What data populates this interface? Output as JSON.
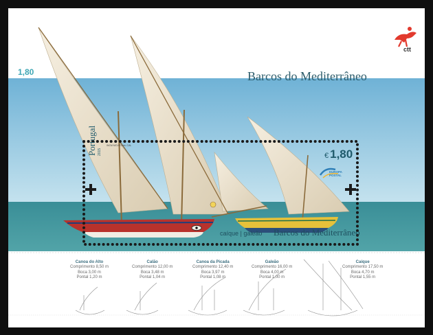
{
  "sheet": {
    "price_top": "1,80",
    "title_top": "Barcos do Mediterrâneo",
    "logo_text": "ctt"
  },
  "stamp": {
    "country": "Portugal",
    "year": "2015",
    "fine_print": "INCM  MCVG  Des. CAL",
    "price_currency": "€",
    "price_value": "1,80",
    "europa_logo_line1": "EUROPA",
    "europa_logo_line2": "POSTAL",
    "caption": "caíque | galeão",
    "title": "Barcos do Mediterrâneo"
  },
  "boats": [
    {
      "name": "Canoa do Alto",
      "comprimento": "Comprimento 8,50 m",
      "boca": "Boca 3,00 m",
      "pontal": "Pontal 1,20 m"
    },
    {
      "name": "Calão",
      "comprimento": "Comprimento 12,00 m",
      "boca": "Boca 3,48 m",
      "pontal": "Pontal 1,04 m"
    },
    {
      "name": "Canoa da Picada",
      "comprimento": "Comprimento 12,40 m",
      "boca": "Boca 3,97 m",
      "pontal": "Pontal 1,08 m"
    },
    {
      "name": "Galeão",
      "comprimento": "Comprimento 16,00 m",
      "boca": "Boca 4,00 m",
      "pontal": "Pontal 1,00 m"
    },
    {
      "name": "Caíque",
      "comprimento": "Comprimento 17,50 m",
      "boca": "Boca 4,70 m",
      "pontal": "Pontal 1,55 m"
    }
  ],
  "colors": {
    "sky_top": "#6fb2d6",
    "sky_bottom": "#b8dcea",
    "sea": "#3e8f97",
    "sail": "#ece2cf",
    "hull_red": "#b8322c",
    "hull_yellow": "#e6c13a",
    "text_teal": "#2d5d6c",
    "logo_red": "#e23a2e"
  },
  "icons": [
    "ctt-horse-logo",
    "cross-icon",
    "europa-postal-logo"
  ]
}
